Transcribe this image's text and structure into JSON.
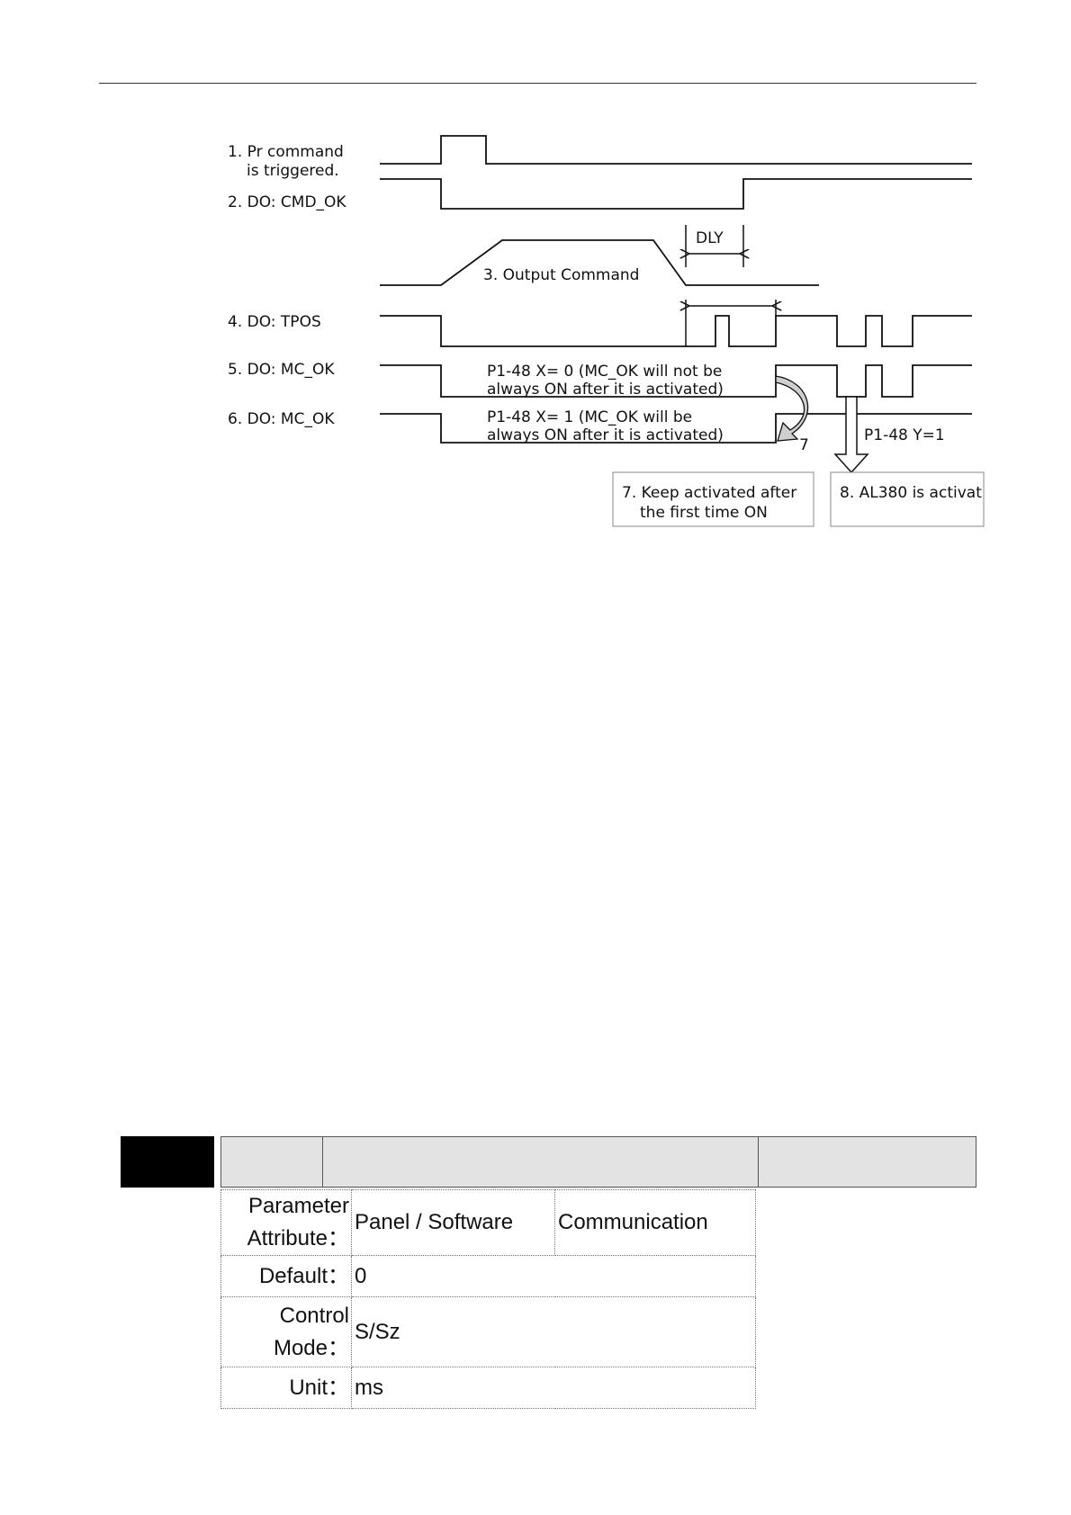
{
  "diagram": {
    "labels": {
      "pr_command_1": "1. Pr command",
      "pr_command_2": "is triggered.",
      "cmd_ok": "2. DO: CMD_OK",
      "dly": "DLY",
      "output_command": "3. Output Command",
      "tpos": "4. DO: TPOS",
      "mc_ok_5": "5. DO: MC_OK",
      "mc_ok_6": "6. DO: MC_OK",
      "x0_line1": "P1-48 X= 0 (MC_OK will not be",
      "x0_line2": "always ON after it is activated)",
      "x1_line1": "P1-48 X= 1 (MC_OK will be",
      "x1_line2": "always ON after it is activated)",
      "seven": "7",
      "p148_y1": "P1-48 Y=1",
      "box7_line1": "7. Keep activated after",
      "box7_line2": "the first time ON",
      "box8_line1": "8. AL380 is activat"
    }
  },
  "parameter": {
    "rows": [
      {
        "label_line1": "Parameter",
        "label_line2": "Attribute：",
        "value1": "Panel / Software",
        "value2": "Communication"
      },
      {
        "label": "Default：",
        "value": "0"
      },
      {
        "label_line1": "Control",
        "label_line2": "Mode：",
        "value": "S/Sz"
      },
      {
        "label": "Unit：",
        "value": "ms"
      }
    ]
  }
}
